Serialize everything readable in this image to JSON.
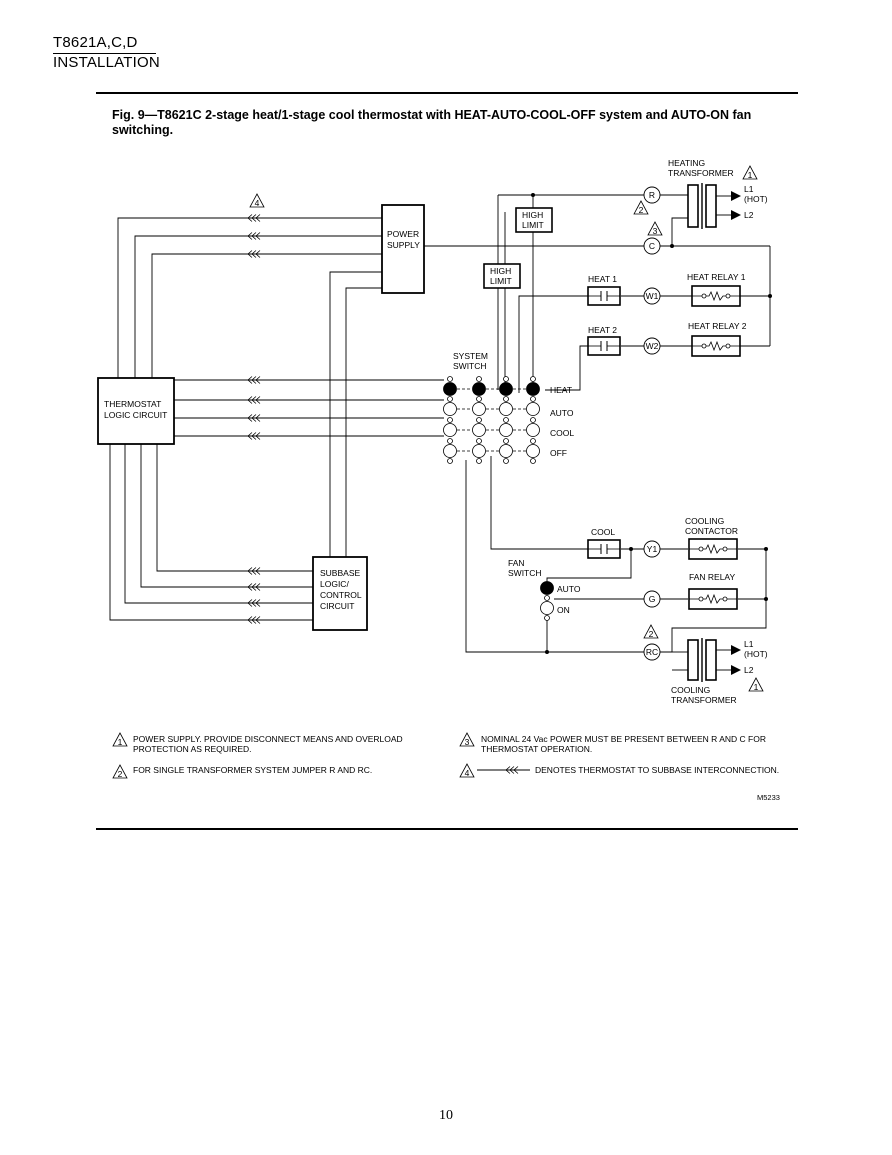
{
  "header": {
    "model": "T8621A,C,D",
    "section": "INSTALLATION"
  },
  "figure": {
    "title": "Fig. 9—T8621C 2-stage heat/1-stage cool thermostat with HEAT-AUTO-COOL-OFF system and AUTO-ON fan switching.",
    "code": "M5233"
  },
  "diagram": {
    "power_supply": [
      "POWER",
      "SUPPLY"
    ],
    "thermostat_logic": [
      "THERMOSTAT",
      "LOGIC CIRCUIT"
    ],
    "subbase_logic": [
      "SUBBASE",
      "LOGIC/",
      "CONTROL",
      "CIRCUIT"
    ],
    "high_limit_1": [
      "HIGH",
      "LIMIT"
    ],
    "high_limit_2": [
      "HIGH",
      "LIMIT"
    ],
    "system_switch": [
      "SYSTEM",
      "SWITCH"
    ],
    "system_positions": [
      "HEAT",
      "AUTO",
      "COOL",
      "OFF"
    ],
    "fan_switch": [
      "FAN",
      "SWITCH"
    ],
    "fan_positions": [
      "AUTO",
      "ON"
    ],
    "heating_transformer": [
      "HEATING",
      "TRANSFORMER"
    ],
    "cooling_transformer": [
      "COOLING",
      "TRANSFORMER"
    ],
    "heat_l1": [
      "L1",
      "(HOT)"
    ],
    "heat_l2": "L2",
    "cool_l1": [
      "L1",
      "(HOT)"
    ],
    "cool_l2": "L2",
    "terminals": {
      "r": "R",
      "c": "C",
      "w1": "W1",
      "w2": "W2",
      "y1": "Y1",
      "g": "G",
      "rc": "RC"
    },
    "contacts": {
      "heat1": "HEAT 1",
      "heat2": "HEAT 2",
      "cool": "COOL"
    },
    "loads": {
      "heat_relay_1": [
        "HEAT RELAY 1"
      ],
      "heat_relay_2": [
        "HEAT RELAY 2"
      ],
      "cooling_contactor": [
        "COOLING",
        "CONTACTOR"
      ],
      "fan_relay": [
        "FAN RELAY"
      ]
    },
    "callout_numbers": {
      "n1": "1",
      "n2": "2",
      "n3": "3",
      "n4": "4"
    }
  },
  "notes": [
    {
      "num": "1",
      "lines": [
        "POWER SUPPLY.  PROVIDE DISCONNECT MEANS AND OVERLOAD",
        "PROTECTION AS REQUIRED."
      ]
    },
    {
      "num": "2",
      "lines": [
        "FOR SINGLE TRANSFORMER SYSTEM JUMPER R AND RC."
      ]
    },
    {
      "num": "3",
      "lines": [
        "NOMINAL 24 Vac POWER MUST BE PRESENT BETWEEN R AND C FOR",
        "THERMOSTAT OPERATION."
      ]
    },
    {
      "num": "4",
      "lines": [
        "DENOTES THERMOSTAT TO SUBBASE INTERCONNECTION."
      ]
    }
  ],
  "page_number": "10"
}
